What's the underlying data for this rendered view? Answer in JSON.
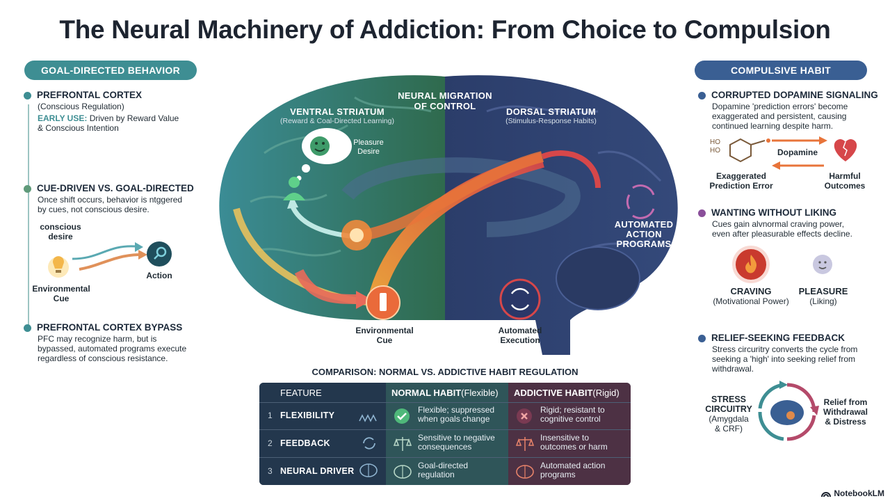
{
  "title": "The Neural Machinery of Addiction: From Choice to Compulsion",
  "left": {
    "pill": "GOAL-DIRECTED BEHAVIOR",
    "pfc": {
      "heading": "PREFRONTAL CORTEX",
      "sub": "(Conscious Regulation)",
      "early_label": "EARLY USE:",
      "early_text": "Driven by Reward Value",
      "early_text2": "& Conscious Intention"
    },
    "cue": {
      "heading": "CUE-DRIVEN VS. GOAL-DIRECTED",
      "line1": "Once shift occurs, behavior is ntggered",
      "line2": "by cues, not conscious desire."
    },
    "diagram": {
      "desire1": "conscious",
      "desire2": "desire",
      "env1": "Environmental",
      "env2": "Cue",
      "action": "Action"
    },
    "bypass": {
      "heading": "PREFRONTAL CORTEX BYPASS",
      "line1": "PFC may recognize harm, but is",
      "line2": "bypassed, automated programs execute",
      "line3": "regardless of conscious resistance."
    }
  },
  "brain": {
    "migration1": "NEURAL MIGRATION",
    "migration2": "OF CONTROL",
    "ventral_h": "VENTRAL STRIATUM",
    "ventral_s": "(Reward & Coal-Directed Learning)",
    "dorsal_h": "DORSAL STRIATUM",
    "dorsal_s": "(Stimulus-Response Habits)",
    "pleasure1": "Pleasure",
    "pleasure2": "Desire",
    "auto1": "AUTOMATED",
    "auto2": "ACTION",
    "auto3": "PROGRAMS",
    "env1": "Environmental",
    "env2": "Cue",
    "exec1": "Automated",
    "exec2": "Execution"
  },
  "right": {
    "pill": "COMPULSIVE HABIT",
    "dopamine": {
      "heading": "CORRUPTED DOPAMINE SIGNALING",
      "line1": "Dopamine 'prediction errors' become",
      "line2": "exaggerated and persistent, causing",
      "line3": "continued learning despite harm.",
      "arrow": "Dopamine",
      "exag1": "Exaggerated",
      "exag2": "Prediction Error",
      "harm1": "Harmful",
      "harm2": "Outcomes",
      "ho1": "HO",
      "ho2": "HO"
    },
    "wanting": {
      "heading": "WANTING WITHOUT LIKING",
      "line1": "Cues gain alvnormal craving power,",
      "line2": "even after pleasurable effects decline.",
      "craving": "CRAVING",
      "craving_s": "(Motivational Power)",
      "pleasure": "PLEASURE",
      "pleasure_s": "(Liking)"
    },
    "relief": {
      "heading": "RELIEF-SEEKING FEEDBACK",
      "line1": "Stress circuritry converts the cycle from",
      "line2": "seeking a 'high' into seeking relief from",
      "line3": "withdrawal.",
      "stress1": "STRESS",
      "stress2": "CIRCUITRY",
      "stress3": "(Amygdala",
      "stress4": "& CRF)",
      "relief1": "Relief from",
      "relief2": "Withdrawal",
      "relief3": "& Distress"
    }
  },
  "comparison": {
    "title": "COMPARISON: NORMAL VS. ADDICTIVE HABIT REGULATION",
    "h_feature": "FEATURE",
    "h_normal_b": "NORMAL HABIT",
    "h_normal_r": " (Flexible)",
    "h_add_b": "ADDICTIVE HABIT",
    "h_add_r": " (Rigid)",
    "rows": [
      {
        "num": "1",
        "feature": "FLEXIBILITY",
        "normal1": "Flexible; suppressed",
        "normal2": "when goals change",
        "add1": "Rigid; resistant to",
        "add2": "cognitive control"
      },
      {
        "num": "2",
        "feature": "FEEDBACK",
        "normal1": "Sensitive to negative",
        "normal2": "consequences",
        "add1": "Insensitive to",
        "add2": "outcomes or harm"
      },
      {
        "num": "3",
        "feature": "NEURAL DRIVER",
        "normal1": "Goal-directed",
        "normal2": "regulation",
        "add1": "Automated action",
        "add2": "programs"
      }
    ]
  },
  "footer": "NotebookLM",
  "colors": {
    "teal": "#3e8e93",
    "navy": "#3a5f93",
    "orange": "#e8743a",
    "red": "#d6474a"
  }
}
